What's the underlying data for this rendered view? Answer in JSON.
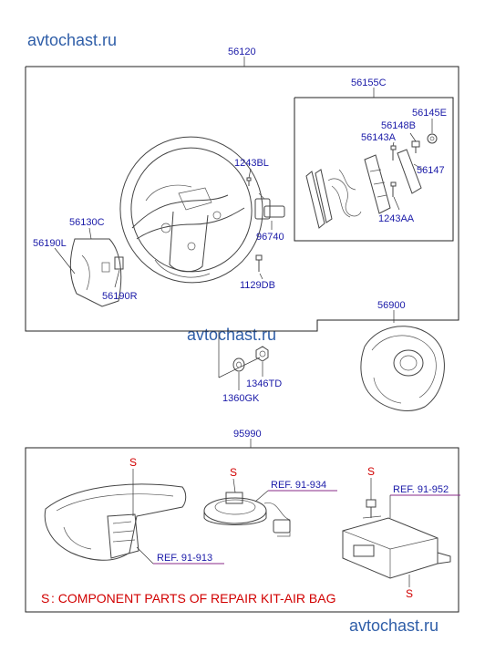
{
  "watermarks": [
    "avtochast.ru",
    "avtochast.ru",
    "avtochast.ru"
  ],
  "labels": {
    "p56120": "56120",
    "p56155C": "56155C",
    "p56145E": "56145E",
    "p56148B": "56148B",
    "p56143A": "56143A",
    "p56147": "56147",
    "p1243AA": "1243AA",
    "p1243BL": "1243BL",
    "p96740": "96740",
    "p56130C": "56130C",
    "p56190L": "56190L",
    "p56190R": "56190R",
    "p1129DB": "1129DB",
    "p56900": "56900",
    "p1346TD": "1346TD",
    "p1360GK": "1360GK",
    "p95990": "95990"
  },
  "refs": {
    "ref934": "REF. 91-934",
    "ref952": "REF. 91-952",
    "ref913": "REF. 91-913"
  },
  "s_marks": [
    "S",
    "S",
    "S",
    "S"
  ],
  "legend": {
    "symbol": "S",
    "text": ": COMPONENT PARTS OF REPAIR KIT-AIR BAG"
  },
  "colors": {
    "part_number": "#1a1aa8",
    "watermark": "#2f5ea8",
    "s_mark": "#d10000",
    "ref_underline": "#8a2b8a"
  }
}
